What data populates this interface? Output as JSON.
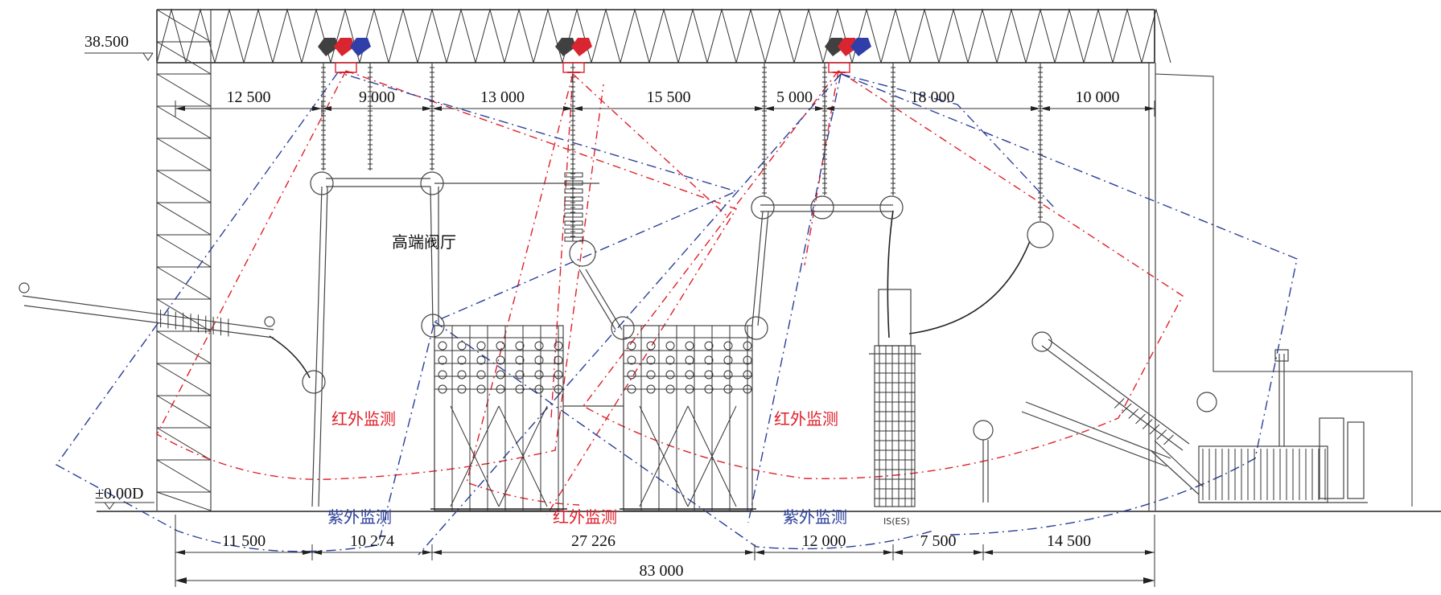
{
  "elevations": {
    "top": "38.500",
    "ground": "±0.00D"
  },
  "top_dimensions": [
    "12 500",
    "9 000",
    "13 000",
    "15 500",
    "5 000",
    "18 000",
    "10 000"
  ],
  "bottom_dimensions": [
    "11 500",
    "10 274",
    "27 226",
    "12 000",
    "7 500",
    "14 500"
  ],
  "overall_dimension": "83 000",
  "labels": {
    "valve_hall": "高端阀厅",
    "infrared_left": "红外监测",
    "infrared_center": "红外监测",
    "infrared_right": "红外监测",
    "uv_left": "紫外监测",
    "uv_right": "紫外监测",
    "equipment_tag": "IS(ES)"
  },
  "colors": {
    "infrared": "#e0202a",
    "ultraviolet": "#2b3f9a",
    "sensor_dark": "#404040",
    "sensor_blue": "#2f3ea8"
  }
}
